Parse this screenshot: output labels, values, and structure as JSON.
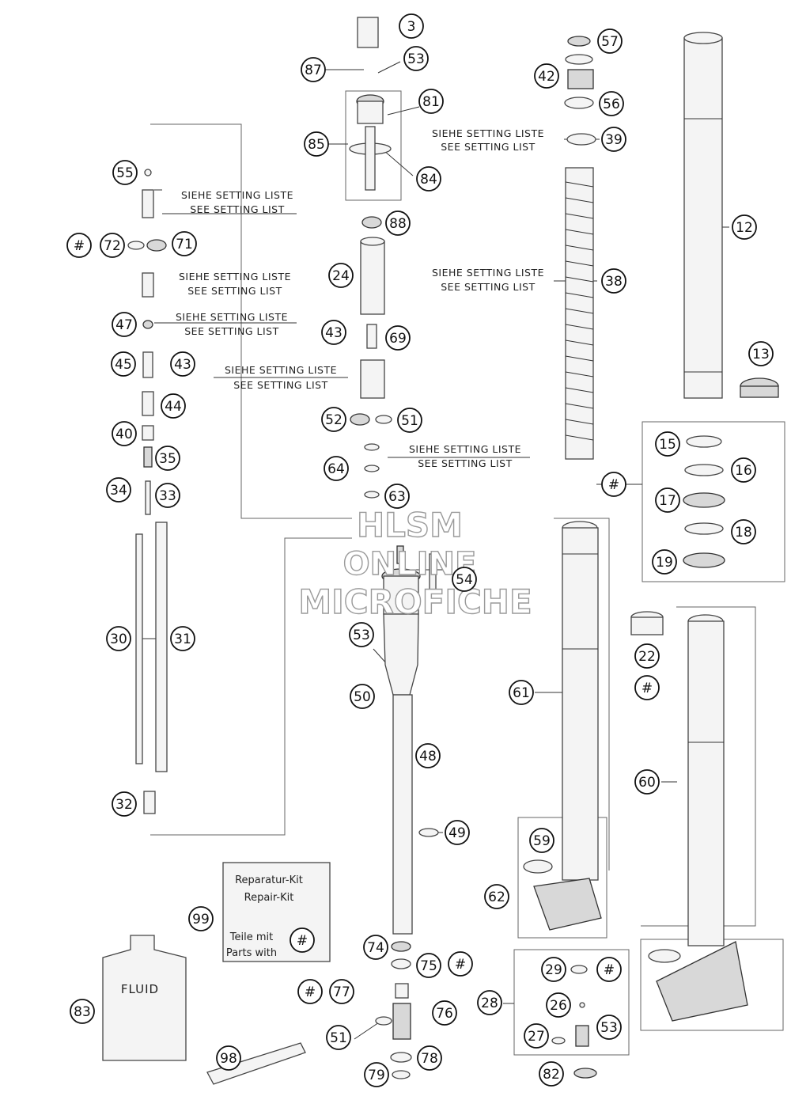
{
  "diagram": {
    "setting_note_de": "SIEHE SETTING LISTE",
    "setting_note_en": "SEE SETTING LIST",
    "watermark": {
      "line1": "HLSM",
      "line2": "ONLINE",
      "line3": "MICROFICHE"
    },
    "repair_kit": {
      "line1": "Reparatur-Kit",
      "line2": "Repair-Kit",
      "line3": "Teile mit",
      "line4": "Parts with",
      "symbol": "#"
    },
    "fluid_label": "FLUID",
    "callouts": [
      "3",
      "53",
      "87",
      "81",
      "85",
      "84",
      "57",
      "42",
      "56",
      "39",
      "12",
      "55",
      "88",
      "72",
      "71",
      "24",
      "38",
      "47",
      "43",
      "69",
      "45",
      "43",
      "44",
      "52",
      "51",
      "13",
      "40",
      "35",
      "64",
      "15",
      "16",
      "34",
      "33",
      "63",
      "17",
      "18",
      "19",
      "54",
      "30",
      "31",
      "53",
      "22",
      "50",
      "61",
      "48",
      "60",
      "32",
      "49",
      "59",
      "62",
      "99",
      "74",
      "75",
      "29",
      "28",
      "26",
      "27",
      "53",
      "83",
      "77",
      "76",
      "51",
      "98",
      "78",
      "79",
      "82",
      "#",
      "#",
      "#",
      "#",
      "#",
      "#",
      "#"
    ]
  }
}
